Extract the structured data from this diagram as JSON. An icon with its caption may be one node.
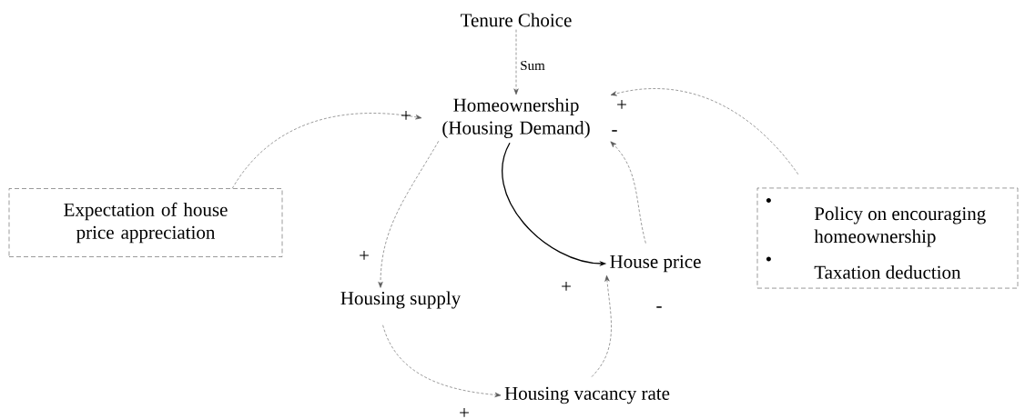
{
  "diagram": {
    "nodes": [
      {
        "text": [
          "Tenure Choice"
        ]
      },
      {
        "text": [
          "Homeownership (Housing Demand)"
        ]
      },
      {
        "text": [
          "Expectation of house price appreciation"
        ]
      },
      {
        "text": [
          "Policy on encouraging homeownership",
          "Taxation deduction"
        ]
      },
      {
        "text": [
          "Housing supply"
        ]
      },
      {
        "text": [
          "House price"
        ]
      },
      {
        "text": [
          "Housing vacancy rate"
        ]
      }
    ],
    "edges": [
      {
        "from": 0,
        "to": 1,
        "arrow": "to",
        "label": "Sum",
        "style": "dashed"
      },
      {
        "from": 2,
        "to": 1,
        "arrow": "to",
        "label": "+",
        "style": "dashed"
      },
      {
        "from": 3,
        "to": 1,
        "arrow": "to",
        "label": "+",
        "style": "dashed"
      },
      {
        "from": 1,
        "to": 4,
        "arrow": "to",
        "label": "+",
        "style": "dashed"
      },
      {
        "from": 4,
        "to": 6,
        "arrow": "to",
        "label": "+",
        "style": "dashed"
      },
      {
        "from": 6,
        "to": 5,
        "arrow": "to",
        "label": "-",
        "style": "dashed"
      },
      {
        "from": 5,
        "to": 1,
        "arrow": "to",
        "label": "-",
        "style": "dashed"
      },
      {
        "from": 1,
        "to": 5,
        "arrow": "to",
        "label": "+"
      }
    ],
    "labels": [
      "•",
      "•"
    ]
  }
}
